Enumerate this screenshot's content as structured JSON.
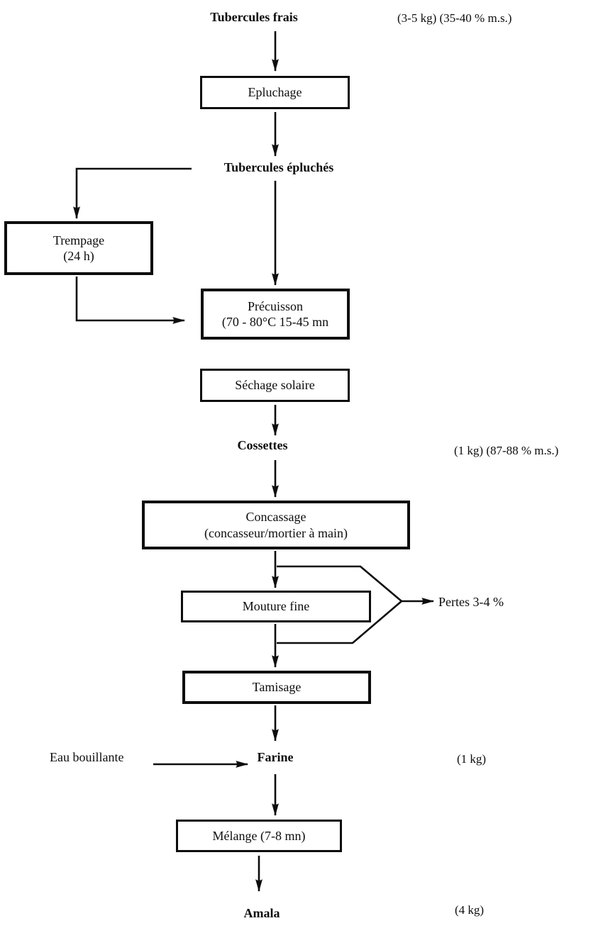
{
  "colors": {
    "ink": "#0d0d0d",
    "background": "#ffffff"
  },
  "nodes": {
    "tubercules_frais": {
      "label": "Tubercules frais",
      "annotation": "(3-5 kg)  (35-40 % m.s.)"
    },
    "epluchage": {
      "label": "Epluchage"
    },
    "tubercules_epluches": {
      "label": "Tubercules épluchés"
    },
    "trempage": {
      "label": "Trempage",
      "sublabel": "(24 h)"
    },
    "precuisson": {
      "label": "Précuisson",
      "sublabel": "(70 - 80°C 15-45 mn"
    },
    "sechage_solaire": {
      "label": "Séchage solaire"
    },
    "cossettes": {
      "label": "Cossettes",
      "annotation": "(1 kg)  (87-88 % m.s.)"
    },
    "concassage": {
      "label": "Concassage",
      "sublabel": "(concasseur/mortier à main)"
    },
    "mouture_fine": {
      "label": "Mouture fine"
    },
    "pertes": {
      "label": "Pertes 3-4 %"
    },
    "tamisage": {
      "label": "Tamisage"
    },
    "eau_bouillante": {
      "label": "Eau bouillante"
    },
    "farine": {
      "label": "Farine",
      "annotation": "(1 kg)"
    },
    "melange": {
      "label": "Mélange (7-8 mn)"
    },
    "amala": {
      "label": "Amala",
      "annotation": "(4 kg)"
    }
  },
  "edges": [
    "Tubercules frais -> Epluchage",
    "Epluchage -> Tubercules épluchés",
    "Tubercules épluchés -> Trempage (24 h)",
    "Trempage (24 h) -> Précuisson",
    "Tubercules épluchés -> Précuisson",
    "Séchage solaire -> Cossettes",
    "Cossettes -> Concassage",
    "Concassage -> Mouture fine",
    "Concassage/Mouture fine -> Pertes 3-4 %",
    "Mouture fine -> Tamisage",
    "Tamisage -> Farine",
    "Eau bouillante -> Farine",
    "Farine -> Mélange (7-8 mn)",
    "Mélange (7-8 mn) -> Amala"
  ]
}
